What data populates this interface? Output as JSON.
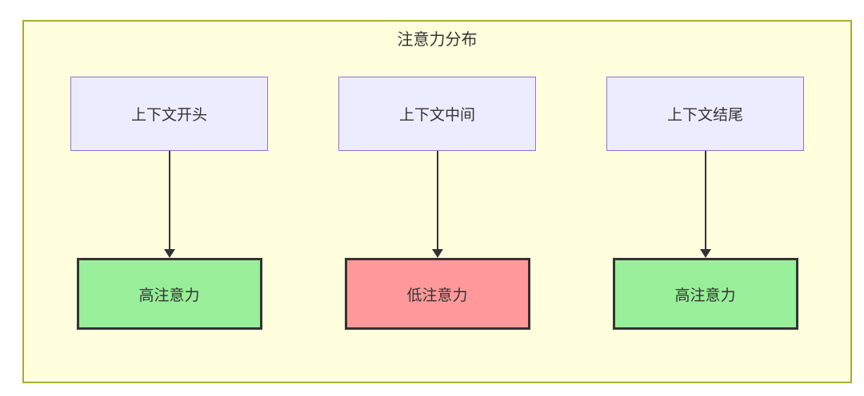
{
  "diagram": {
    "title": "注意力分布",
    "columns": [
      {
        "source": "上下文开头",
        "target": "高注意力",
        "target_type": "high"
      },
      {
        "source": "上下文中间",
        "target": "低注意力",
        "target_type": "low"
      },
      {
        "source": "上下文结尾",
        "target": "高注意力",
        "target_type": "high"
      }
    ],
    "colors": {
      "container_bg": "#ffffde",
      "container_border": "#aaaa33",
      "source_bg": "#ececff",
      "source_border": "#9370db",
      "high_bg": "#99ee99",
      "low_bg": "#ff9999",
      "target_border": "#333333",
      "arrow": "#333333",
      "text": "#333333"
    }
  }
}
